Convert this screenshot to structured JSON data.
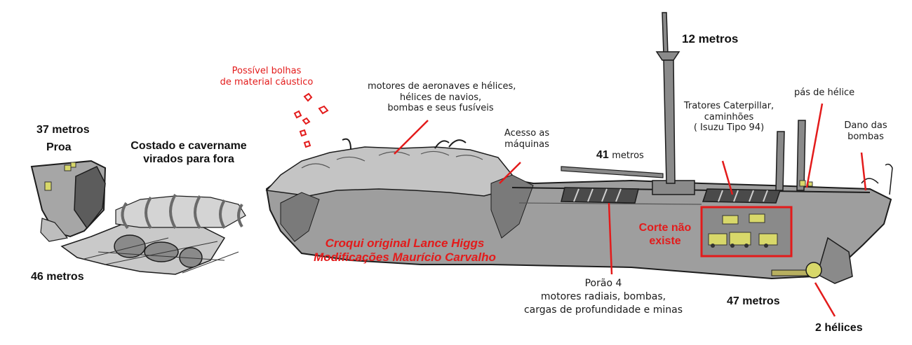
{
  "labels": {
    "mast_height": "12 metros",
    "bow_depth": "37 metros",
    "bow": "Proa",
    "hull_frames": [
      "Costado e cavername",
      "virados para fora"
    ],
    "caustic_bubbles": [
      "Possível bolhas",
      "de material cáustico"
    ],
    "aircraft_engines": [
      "motores de aeronaves e hélices,",
      "hélices de navios,",
      "bombas e seus fusíveis"
    ],
    "engine_access": [
      "Acesso as",
      "máquinas"
    ],
    "midship_depth": "41",
    "midship_depth_unit": "metros",
    "tractors": [
      "Tratores Caterpillar,",
      "caminhões",
      "( Isuzu Tipo 94)"
    ],
    "propeller_blades": "pás de hélice",
    "bomb_damage": [
      "Dano das",
      "bombas"
    ],
    "cut_not_exist": [
      "Corte não",
      "existe"
    ],
    "credit": [
      "Croqui original Lance Higgs",
      "Modificações Maurício Carvalho"
    ],
    "bow_seabed_depth": "46 metros",
    "hold4": [
      "Porão 4",
      "motores radiais, bombas,",
      "cargas de profundidade e minas"
    ],
    "stern_depth": "47",
    "stern_depth_unit": "metros",
    "propellers": "2 hélices"
  },
  "colors": {
    "hull": "#9e9e9e",
    "hull_dark": "#5c5c5c",
    "outline": "#1c1c1c",
    "wreck_light": "#c4c4c4",
    "annotation_red": "#e31b1b",
    "cargo_yellow": "#d8d86a"
  }
}
